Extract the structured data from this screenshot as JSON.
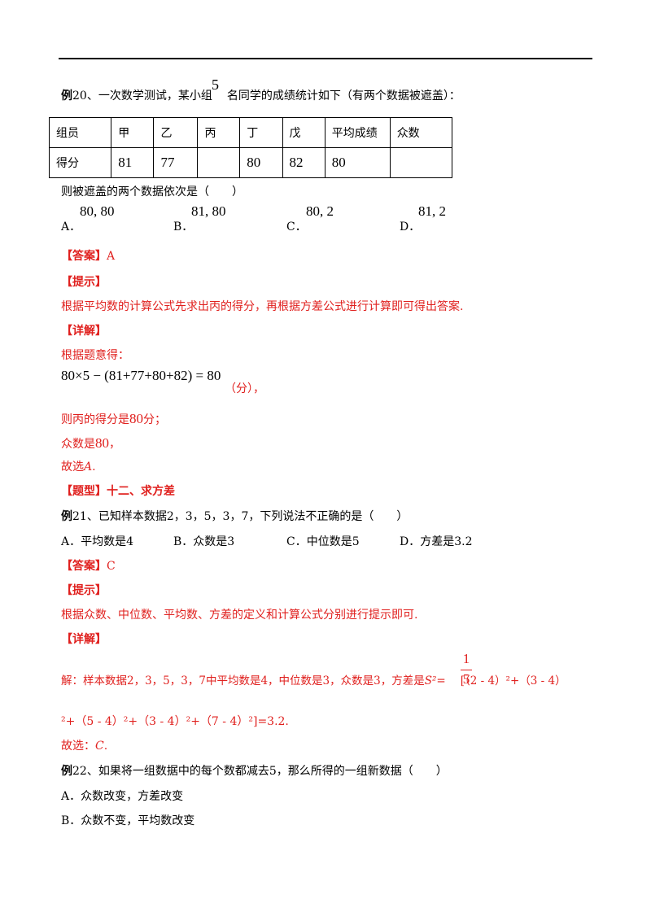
{
  "ex20": {
    "prefix": "例",
    "num_text": "20、一次数学测试，某小组",
    "five": "5",
    "rest": "名同学的成绩统计如下（有两个数据被遮盖）：",
    "table": {
      "row1": [
        "组员",
        "甲",
        "乙",
        "丙",
        "丁",
        "戊",
        "平均成绩",
        "众数"
      ],
      "row2": [
        "得分",
        "81",
        "77",
        "",
        "80",
        "82",
        "80",
        ""
      ]
    },
    "question": "则被遮盖的两个数据依次是（　　）",
    "options": [
      {
        "label": "A．",
        "value": "80, 80"
      },
      {
        "label": "B．",
        "value": "81, 80"
      },
      {
        "label": "C．",
        "value": "80, 2"
      },
      {
        "label": "D．",
        "value": "81, 2"
      }
    ],
    "answer_tag": "【答案】",
    "answer": "A",
    "hint_tag": "【提示】",
    "hint": "根据平均数的计算公式先求出丙的得分，再根据方差公式进行计算即可得出答案.",
    "detail_tag": "【详解】",
    "detail_intro": "根据题意得：",
    "equation": "80×5 − (81+77+80+82) = 80",
    "equation_unit": "（分），",
    "line_a_pre": "则丙的得分是",
    "line_a_val": "80",
    "line_a_post": "分；",
    "line_b_pre": "众数是",
    "line_b_val": "80",
    "line_b_post": "，",
    "conclusion": "故选",
    "conclusion_val": "A",
    "conclusion_end": "."
  },
  "section": {
    "title": "【题型】十二、求方差"
  },
  "ex21": {
    "prefix": "例",
    "text": "21、已知样本数据2，3，5，3，7，下列说法不正确的是（　　）",
    "options": [
      {
        "label": "A．",
        "value": "平均数是4"
      },
      {
        "label": "B．",
        "value": "众数是3"
      },
      {
        "label": "C．",
        "value": "中位数是5"
      },
      {
        "label": "D．",
        "value": "方差是3.2"
      }
    ],
    "answer_tag": "【答案】",
    "answer": "C",
    "hint_tag": "【提示】",
    "hint": "根据众数、中位数、平均数、方差的定义和计算公式分别进行提示即可.",
    "detail_tag": "【详解】",
    "solution_line1": "解：样本数据2，3，5，3，7中平均数是4，中位数是3，众数是3，方差是",
    "s2": "S²=",
    "frac_num": "1",
    "frac_den": "5",
    "solution_tail": "[（2 - 4）²+（3 - 4）",
    "solution_line2": "²+（5 - 4）²+（3 - 4）²+（7 - 4）²]=3.2.",
    "conclusion": "故选：",
    "conclusion_val": "C",
    "conclusion_end": "."
  },
  "ex22": {
    "prefix": "例",
    "text": "22、如果将一组数据中的每个数都减去5，那么所得的一组新数据（　　）",
    "options": [
      {
        "label": "A．",
        "value": "众数改变，方差改变"
      },
      {
        "label": "B．",
        "value": "众数不变，平均数改变"
      }
    ]
  }
}
